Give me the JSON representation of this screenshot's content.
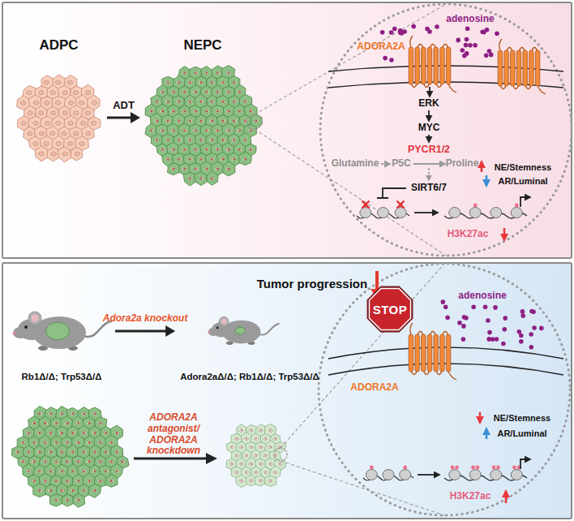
{
  "diagram": {
    "nodes": [
      {
        "text": [
          "ADPC"
        ]
      },
      {
        "text": [
          "NEPC"
        ]
      },
      {
        "text": [
          "Rb1Δ/Δ; Trp53Δ/Δ"
        ]
      },
      {
        "text": [
          "Adora2aΔ/Δ; Rb1Δ/Δ; Trp53Δ/Δ"
        ]
      },
      {
        "text": [
          "STOP"
        ]
      }
    ],
    "edges": [
      {
        "from": 0,
        "to": 1,
        "label": "ADT",
        "arrow": "to"
      },
      {
        "from": 2,
        "to": 3,
        "label": "Adora2a knockout",
        "arrow": "to"
      }
    ],
    "labels": [
      "adenosine",
      "ADORA2A",
      "ERK",
      "MYC",
      "Glutamine",
      "P5C",
      "Proline",
      "PYCR1/2",
      "SIRT6/7",
      "NE/Stemness",
      "AR/Luminal",
      "H3K27ac",
      "Tumor progression",
      "ADORA2A antagonist/ ADORA2A knockdown",
      "adenosine",
      "ADORA2A",
      "NE/Stemness",
      "AR/Luminal",
      "H3K27ac"
    ]
  }
}
